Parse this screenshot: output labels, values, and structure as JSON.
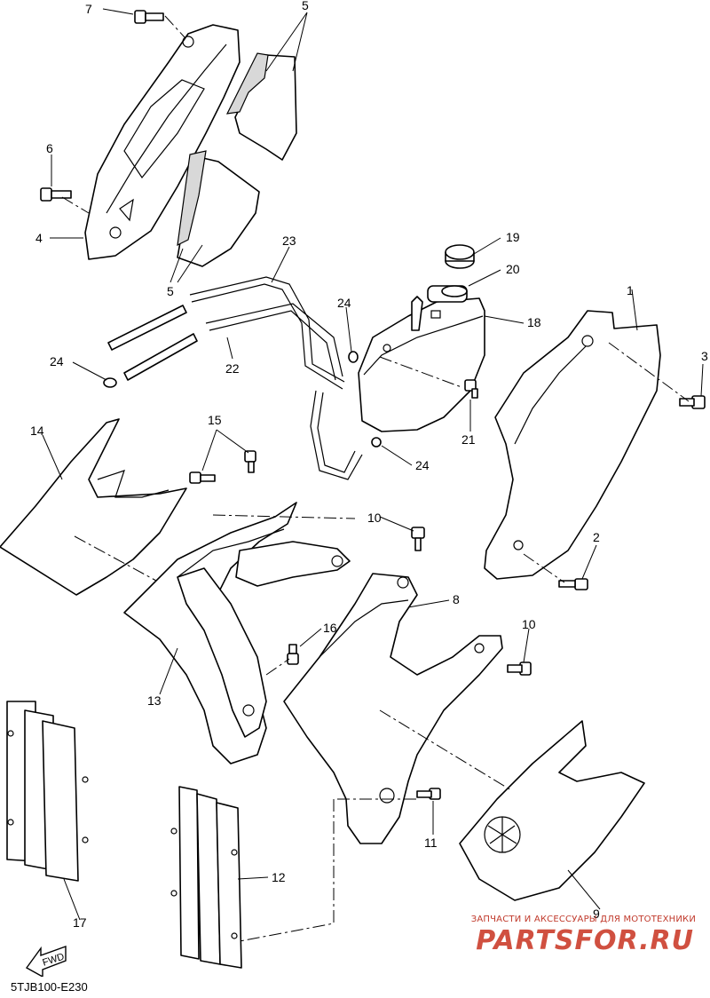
{
  "labels": {
    "l1": "1",
    "l2": "2",
    "l3": "3",
    "l4": "4",
    "l5a": "5",
    "l5b": "5",
    "l6": "6",
    "l7": "7",
    "l8": "8",
    "l9": "9",
    "l10a": "10",
    "l10b": "10",
    "l11": "11",
    "l12": "12",
    "l13": "13",
    "l14": "14",
    "l15": "15",
    "l16": "16",
    "l17": "17",
    "l18": "18",
    "l19": "19",
    "l20": "20",
    "l21": "21",
    "l22": "22",
    "l23": "23",
    "l24a": "24",
    "l24b": "24",
    "l24c": "24"
  },
  "direction_badge": "FWD",
  "diagram_code": "5TJB100-E230",
  "watermark": {
    "caption": "ЗАПЧАСТИ И АКСЕССУАРЫ ДЛЯ МОТОТЕХНИКИ",
    "brand": "PARTSFOR.RU"
  },
  "colors": {
    "line": "#000000",
    "watermark": "#d05040"
  }
}
